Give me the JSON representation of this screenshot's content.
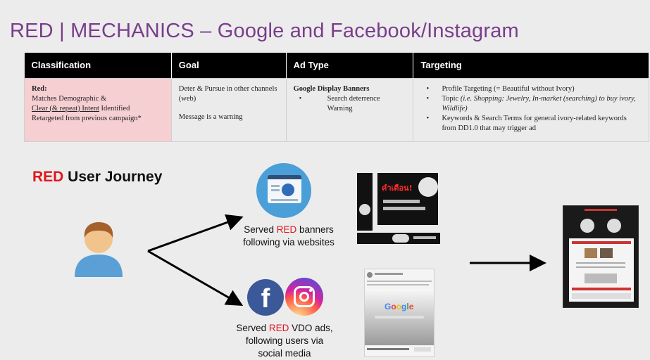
{
  "slide": {
    "title": "RED | MECHANICS – Google and Facebook/Instagram"
  },
  "table": {
    "headers": [
      "Classification",
      "Goal",
      "Ad Type",
      "Targeting"
    ],
    "classification": {
      "label": "Red:",
      "line1": "Matches Demographic &",
      "line2_underlined": "Clear (& repeat) Intent",
      "line2_rest": " Identified",
      "line3": "Retargeted from previous campaign*"
    },
    "goal": {
      "line1": "Deter & Pursue in other channels (web)",
      "line2": "Message is a warning"
    },
    "ad_type": {
      "title": "Google Display Banners",
      "bullet": "Search deterrence Warning"
    },
    "targeting": {
      "bullet1": "Profile Targeting (= Beautiful without Ivory)",
      "bullet2_prefix": "Topic ",
      "bullet2_italic": "(i.e. Shopping: Jewelry, In-market (searching) to buy ivory, Wildlife)",
      "bullet3": "Keywords & Search Terms for general ivory-related keywords from DD1.0 that may trigger ad"
    }
  },
  "journey": {
    "heading_red": "RED",
    "heading_rest": " User Journey",
    "web_caption": {
      "pre": "Served ",
      "red": "RED",
      "post": " banners",
      "line2": "following via websites"
    },
    "social_caption": {
      "pre": "Served ",
      "red": "RED",
      "post": " VDO ads,",
      "line2": "following users  via",
      "line3": "social media"
    }
  },
  "icons": {
    "user": "user-avatar-icon",
    "web": "web-browser-icon",
    "facebook": "facebook-icon",
    "instagram": "instagram-icon"
  },
  "banner_text": {
    "warning_thai": "คำเตือน!",
    "google_logo": "Google"
  },
  "colors": {
    "title": "#7a3d8c",
    "accent_red": "#e0161d",
    "header_bg": "#000000",
    "red_cell_bg": "#f6cfd2",
    "facebook": "#3b5998"
  }
}
